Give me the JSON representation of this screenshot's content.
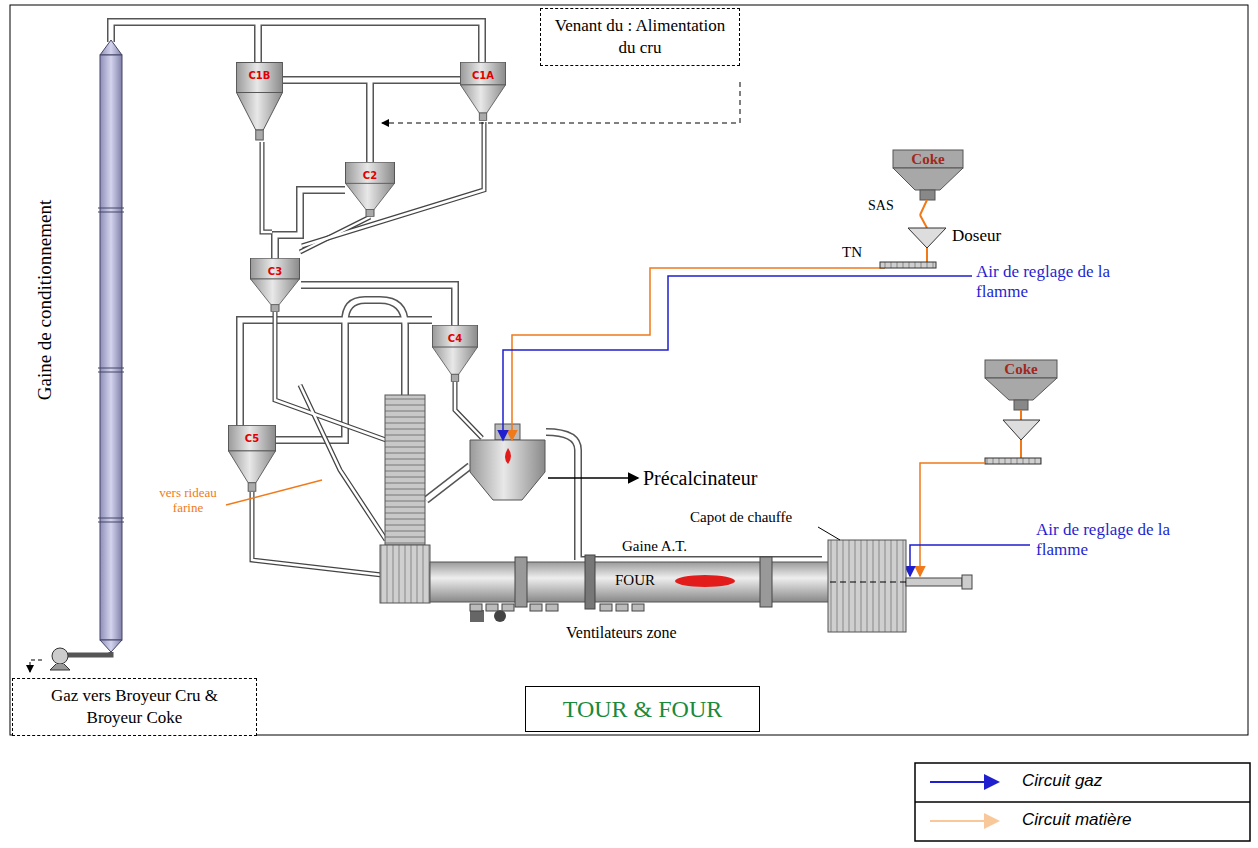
{
  "diagram": {
    "nodes": [
      {
        "text": [
          "Venant du : Alimentation du cru"
        ]
      },
      {
        "text": [
          "C1B"
        ]
      },
      {
        "text": [
          "C1A"
        ]
      },
      {
        "text": [
          "C2"
        ]
      },
      {
        "text": [
          "C3"
        ]
      },
      {
        "text": [
          "C4"
        ]
      },
      {
        "text": [
          "C5"
        ]
      },
      {
        "text": [
          "Coke"
        ]
      },
      {
        "text": [
          "Coke"
        ]
      },
      {
        "text": [
          "FOUR"
        ]
      },
      {
        "text": [
          "Gaz vers Broyeur Cru & Broyeur Coke"
        ]
      },
      {
        "text": [
          "TOUR & FOUR"
        ]
      }
    ],
    "labels": [
      "SAS",
      "Doseur",
      "TN",
      "Air de reglage de la flamme",
      "Précalcinateur",
      "Capot de chauffe",
      "Gaine A.T.",
      "Air de reglage de la flamme",
      "Ventilateurs zone",
      "Gaine de conditionnement",
      "vers rideau farine"
    ],
    "legend": [
      {
        "text": "Circuit gaz"
      },
      {
        "text": "Circuit matière"
      }
    ]
  }
}
